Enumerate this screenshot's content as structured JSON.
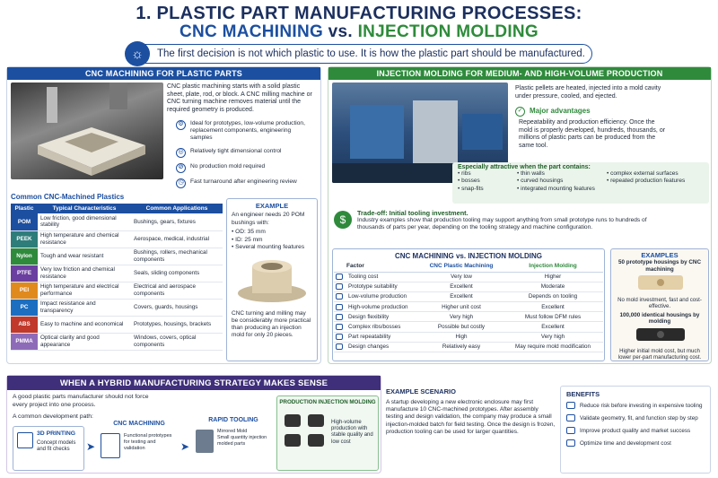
{
  "title": {
    "line1": "1. PLASTIC PART MANUFACTURING PROCESSES:",
    "cnc": "CNC MACHINING",
    "vs": " vs. ",
    "inj": "INJECTION MOLDING"
  },
  "subtitle": "The first decision is not which plastic to use. It is how the plastic part should be manufactured.",
  "cnc": {
    "header": "CNC MACHINING FOR PLASTIC PARTS",
    "intro": "CNC plastic machining starts with a solid plastic sheet, plate, rod, or block. A CNC milling machine or CNC turning machine removes material until the required geometry is produced.",
    "features": [
      "Ideal for prototypes, low-volume production, replacement components, engineering samples",
      "Relatively tight dimensional control",
      "No production mold required",
      "Fast turnaround after engineering review"
    ],
    "table_title": "Common CNC-Machined Plastics",
    "table_headers": [
      "Plastic",
      "Typical Characteristics",
      "Common Applications"
    ],
    "rows": [
      {
        "p": "POM",
        "c": "Low friction, good dimensional stability",
        "a": "Bushings, gears, fixtures",
        "color": "#1c4fa0"
      },
      {
        "p": "PEEK",
        "c": "High temperature and chemical resistance",
        "a": "Aerospace, medical, industrial",
        "color": "#2e7d7a"
      },
      {
        "p": "Nylon",
        "c": "Tough and wear resistant",
        "a": "Bushings, rollers, mechanical components",
        "color": "#2f8a3c"
      },
      {
        "p": "PTFE",
        "c": "Very low friction and chemical resistance",
        "a": "Seals, sliding components",
        "color": "#6b3fa0"
      },
      {
        "p": "PEI",
        "c": "High temperature and electrical performance",
        "a": "Electrical and aerospace components",
        "color": "#e08a1e"
      },
      {
        "p": "PC",
        "c": "Impact resistance and transparency",
        "a": "Covers, guards, housings",
        "color": "#1c6fc0"
      },
      {
        "p": "ABS",
        "c": "Easy to machine and economical",
        "a": "Prototypes, housings, brackets",
        "color": "#c0392b"
      },
      {
        "p": "PMMA",
        "c": "Optical clarity and good appearance",
        "a": "Windows, covers, optical components",
        "color": "#8e6bb8"
      }
    ],
    "example": {
      "title": "EXAMPLE",
      "lead": "An engineer needs 20 POM bushings with:",
      "bullets": [
        "OD: 35 mm",
        "ID: 25 mm",
        "Several mounting features"
      ],
      "note": "CNC turning and milling may be considerably more practical than producing an injection mold for only 20 pieces."
    }
  },
  "inj": {
    "header": "INJECTION MOLDING FOR MEDIUM- AND HIGH-VOLUME PRODUCTION",
    "intro": "Plastic pellets are heated, injected into a mold cavity under pressure, cooled, and ejected.",
    "adv_title": "Major advantages",
    "adv_text": "Repeatability and production efficiency. Once the mold is properly developed, hundreds, thousands, or millions of plastic parts can be produced from the same tool.",
    "attractive_title": "Especially attractive when the part contains:",
    "attractive": [
      "ribs",
      "bosses",
      "snap-fits",
      "thin walls",
      "curved housings",
      "integrated mounting features",
      "complex external surfaces",
      "repeated production features"
    ],
    "tradeoff_title": "Trade-off: Initial tooling investment.",
    "tradeoff_text": "Industry examples show that production tooling may support anything from small prototype runs to hundreds of thousands of parts per year, depending on the tooling strategy and machine configuration.",
    "cmp_title": "CNC MACHINING vs. INJECTION MOLDING",
    "cmp_headers": [
      "Factor",
      "CNC Plastic Machining",
      "Injection Molding"
    ],
    "cmp_rows": [
      [
        "Tooling cost",
        "Very low",
        "Higher"
      ],
      [
        "Prototype suitability",
        "Excellent",
        "Moderate"
      ],
      [
        "Low-volume production",
        "Excellent",
        "Depends on tooling"
      ],
      [
        "High-volume production",
        "Higher unit cost",
        "Excellent"
      ],
      [
        "Design flexibility",
        "Very high",
        "Must follow DFM rules"
      ],
      [
        "Complex ribs/bosses",
        "Possible but costly",
        "Excellent"
      ],
      [
        "Part repeatability",
        "High",
        "Very high"
      ],
      [
        "Design changes",
        "Relatively easy",
        "May require mold modification"
      ]
    ],
    "examples_title": "EXAMPLES",
    "ex1_title": "50 prototype housings by CNC machining",
    "ex1_note": "No mold investment, fast and cost-effective.",
    "ex2_title": "100,000 identical housings by molding",
    "ex2_note": "Higher initial mold cost, but much lower per-part manufacturing cost."
  },
  "hybrid": {
    "header": "WHEN A HYBRID MANUFACTURING STRATEGY MAKES SENSE",
    "p1": "A good plastic parts manufacturer should not force every project into one process.",
    "p2": "A common development path:",
    "steps": [
      {
        "title": "3D PRINTING",
        "text": "Concept models and fit checks"
      },
      {
        "title": "CNC MACHINING",
        "text": "Functional prototypes for testing and validation"
      },
      {
        "title": "RAPID TOOLING",
        "text": "Small quantity injection molded parts"
      },
      {
        "title": "PRODUCTION INJECTION MOLDING",
        "text": "High-volume production with stable quality and low cost"
      }
    ],
    "tool_label": "Mirrored Mold"
  },
  "scenario": {
    "title": "EXAMPLE SCENARIO",
    "text": "A startup developing a new electronic enclosure may first manufacture 10 CNC-machined prototypes. After assembly testing and design validation, the company may produce a small injection-molded batch for field testing. Once the design is frozen, production tooling can be used for larger quantities."
  },
  "benefits": {
    "title": "BENEFITS",
    "items": [
      "Reduce risk before investing in expensive tooling",
      "Validate geometry, fit, and function step by step",
      "Improve product quality and market success",
      "Optimize time and development cost"
    ]
  }
}
